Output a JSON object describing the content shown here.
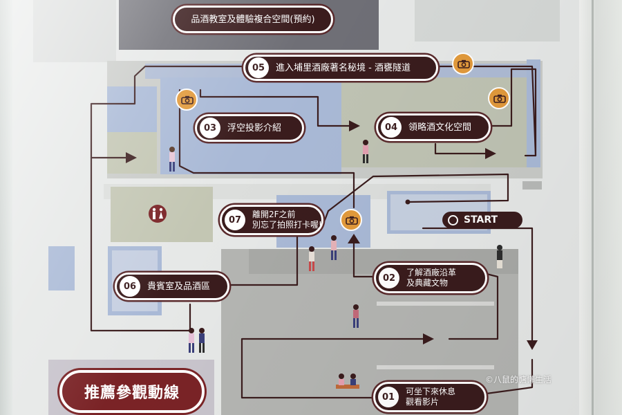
{
  "colors": {
    "pill": "#3a1c1d",
    "accent_orange": "#e29a3c",
    "legend_red": "#7a2326",
    "room_blue": "#a9b9d6",
    "room_dark": "#7c7e84",
    "room_mid": "#b9bab6",
    "room_olive": "#c3c6b3"
  },
  "stops": {
    "s00": {
      "label": "品酒教室及體驗複合空間(預約)"
    },
    "s05": {
      "num": "05",
      "label": "進入埔里酒廠著名秘境 - 酒甕隧道"
    },
    "s03": {
      "num": "03",
      "label": "浮空投影介紹"
    },
    "s04": {
      "num": "04",
      "label": "領略酒文化空間"
    },
    "s07": {
      "num": "07",
      "line1": "離開2F之前",
      "line2": "別忘了拍照打卡喔!"
    },
    "s02": {
      "num": "02",
      "line1": "了解酒廠沿革",
      "line2": "及典藏文物"
    },
    "s06": {
      "num": "06",
      "label": "貴賓室及品酒區"
    },
    "s01": {
      "num": "01",
      "line1": "可坐下來休息",
      "line2": "觀看影片"
    }
  },
  "start_label": "START",
  "legend_title": "推薦參觀動線",
  "credit": "©八鼠的慵懶生活",
  "icons": [
    "camera-icon",
    "restroom-icon",
    "person-icon",
    "arrow-icon"
  ]
}
